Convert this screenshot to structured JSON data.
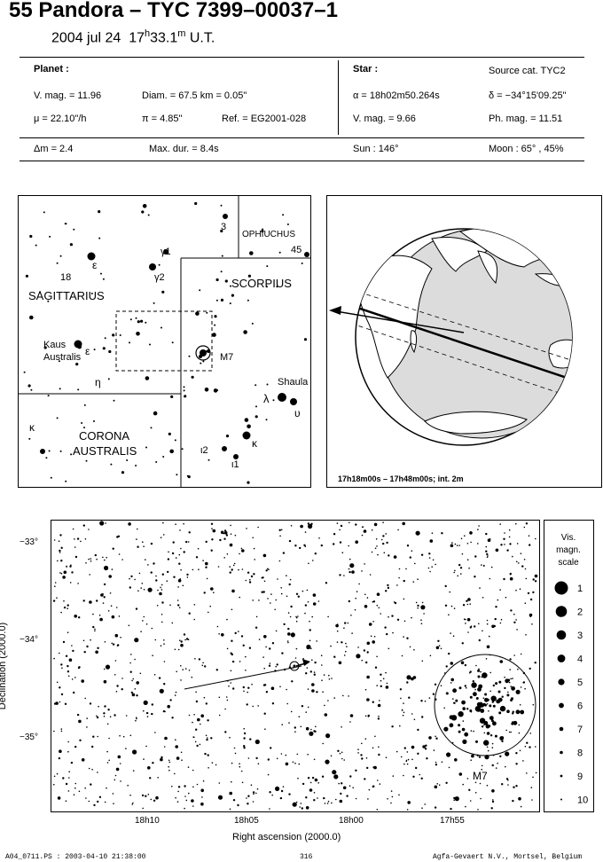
{
  "header": {
    "title": "55 Pandora  –  TYC 7399–00037–1",
    "date": "2004 jul 24",
    "time_h": "17",
    "time_hsup": "h",
    "time_m": "33.1",
    "time_msup": "m",
    "time_ut": "U.T."
  },
  "planet": {
    "heading": "Planet :",
    "vmag": "V. mag. = 11.96",
    "diam": "Diam. = 67.5 km = 0.05\"",
    "mu": "μ =  22.10\"/h",
    "pi": "π =  4.85\"",
    "ref": "Ref. = EG2001-028"
  },
  "star": {
    "heading": "Star :",
    "source": "Source cat.  TYC2",
    "alpha": "α = 18h02m50.264s",
    "delta": "δ = −34°15'09.25\"",
    "vmag": "V. mag. =  9.66",
    "phmag": "Ph. mag. = 11.51"
  },
  "summary": {
    "dm": "Δm = 2.4",
    "maxdur": "Max. dur. = 8.4s",
    "sun": "Sun : 146°",
    "moon": "Moon :  65° , 45%"
  },
  "finder": {
    "ophiuchus": "OPHIUCHUS",
    "n45": "45",
    "n3": "3",
    "gamma1": "γ1",
    "gamma2": "γ2",
    "n18": "18",
    "epsilon_sgr": "ε",
    "sagittarius": "SAGITTARIUS",
    "scorpius": "SCORPIUS",
    "kaus1": "Kaus",
    "kaus2": "Australis",
    "epsilon_kaus": "ε",
    "m7": "M7",
    "eta": "η",
    "shaula": "Shaula",
    "lambda": "λ",
    "upsilon": "υ",
    "kappa_cra": "κ",
    "corona": "CORONA",
    "australis": "AUSTRALIS",
    "iota2": "ι2",
    "kappa_sco": "κ",
    "iota1": "ι1"
  },
  "globe": {
    "caption": "17h18m00s – 17h48m00s; int.  2m"
  },
  "starchart": {
    "dec_ticks": [
      "−33°",
      "−34°",
      "−35°"
    ],
    "ra_ticks": [
      "18h10",
      "18h05",
      "18h00",
      "17h55"
    ],
    "ylabel": "Declination (2000.0)",
    "xlabel": "Right ascension (2000.0)",
    "m7_label": "M7"
  },
  "scale": {
    "title1": "Vis.",
    "title2": "magn.",
    "title3": "scale",
    "labels": [
      "1",
      "2",
      "3",
      "4",
      "5",
      "6",
      "7",
      "8",
      "9",
      "10"
    ]
  },
  "footer": {
    "left": "A04_0711.PS : 2003-04-10 21:38:00",
    "center": "316",
    "right": "Agfa-Gevaert N.V., Mortsel, Belgium"
  }
}
